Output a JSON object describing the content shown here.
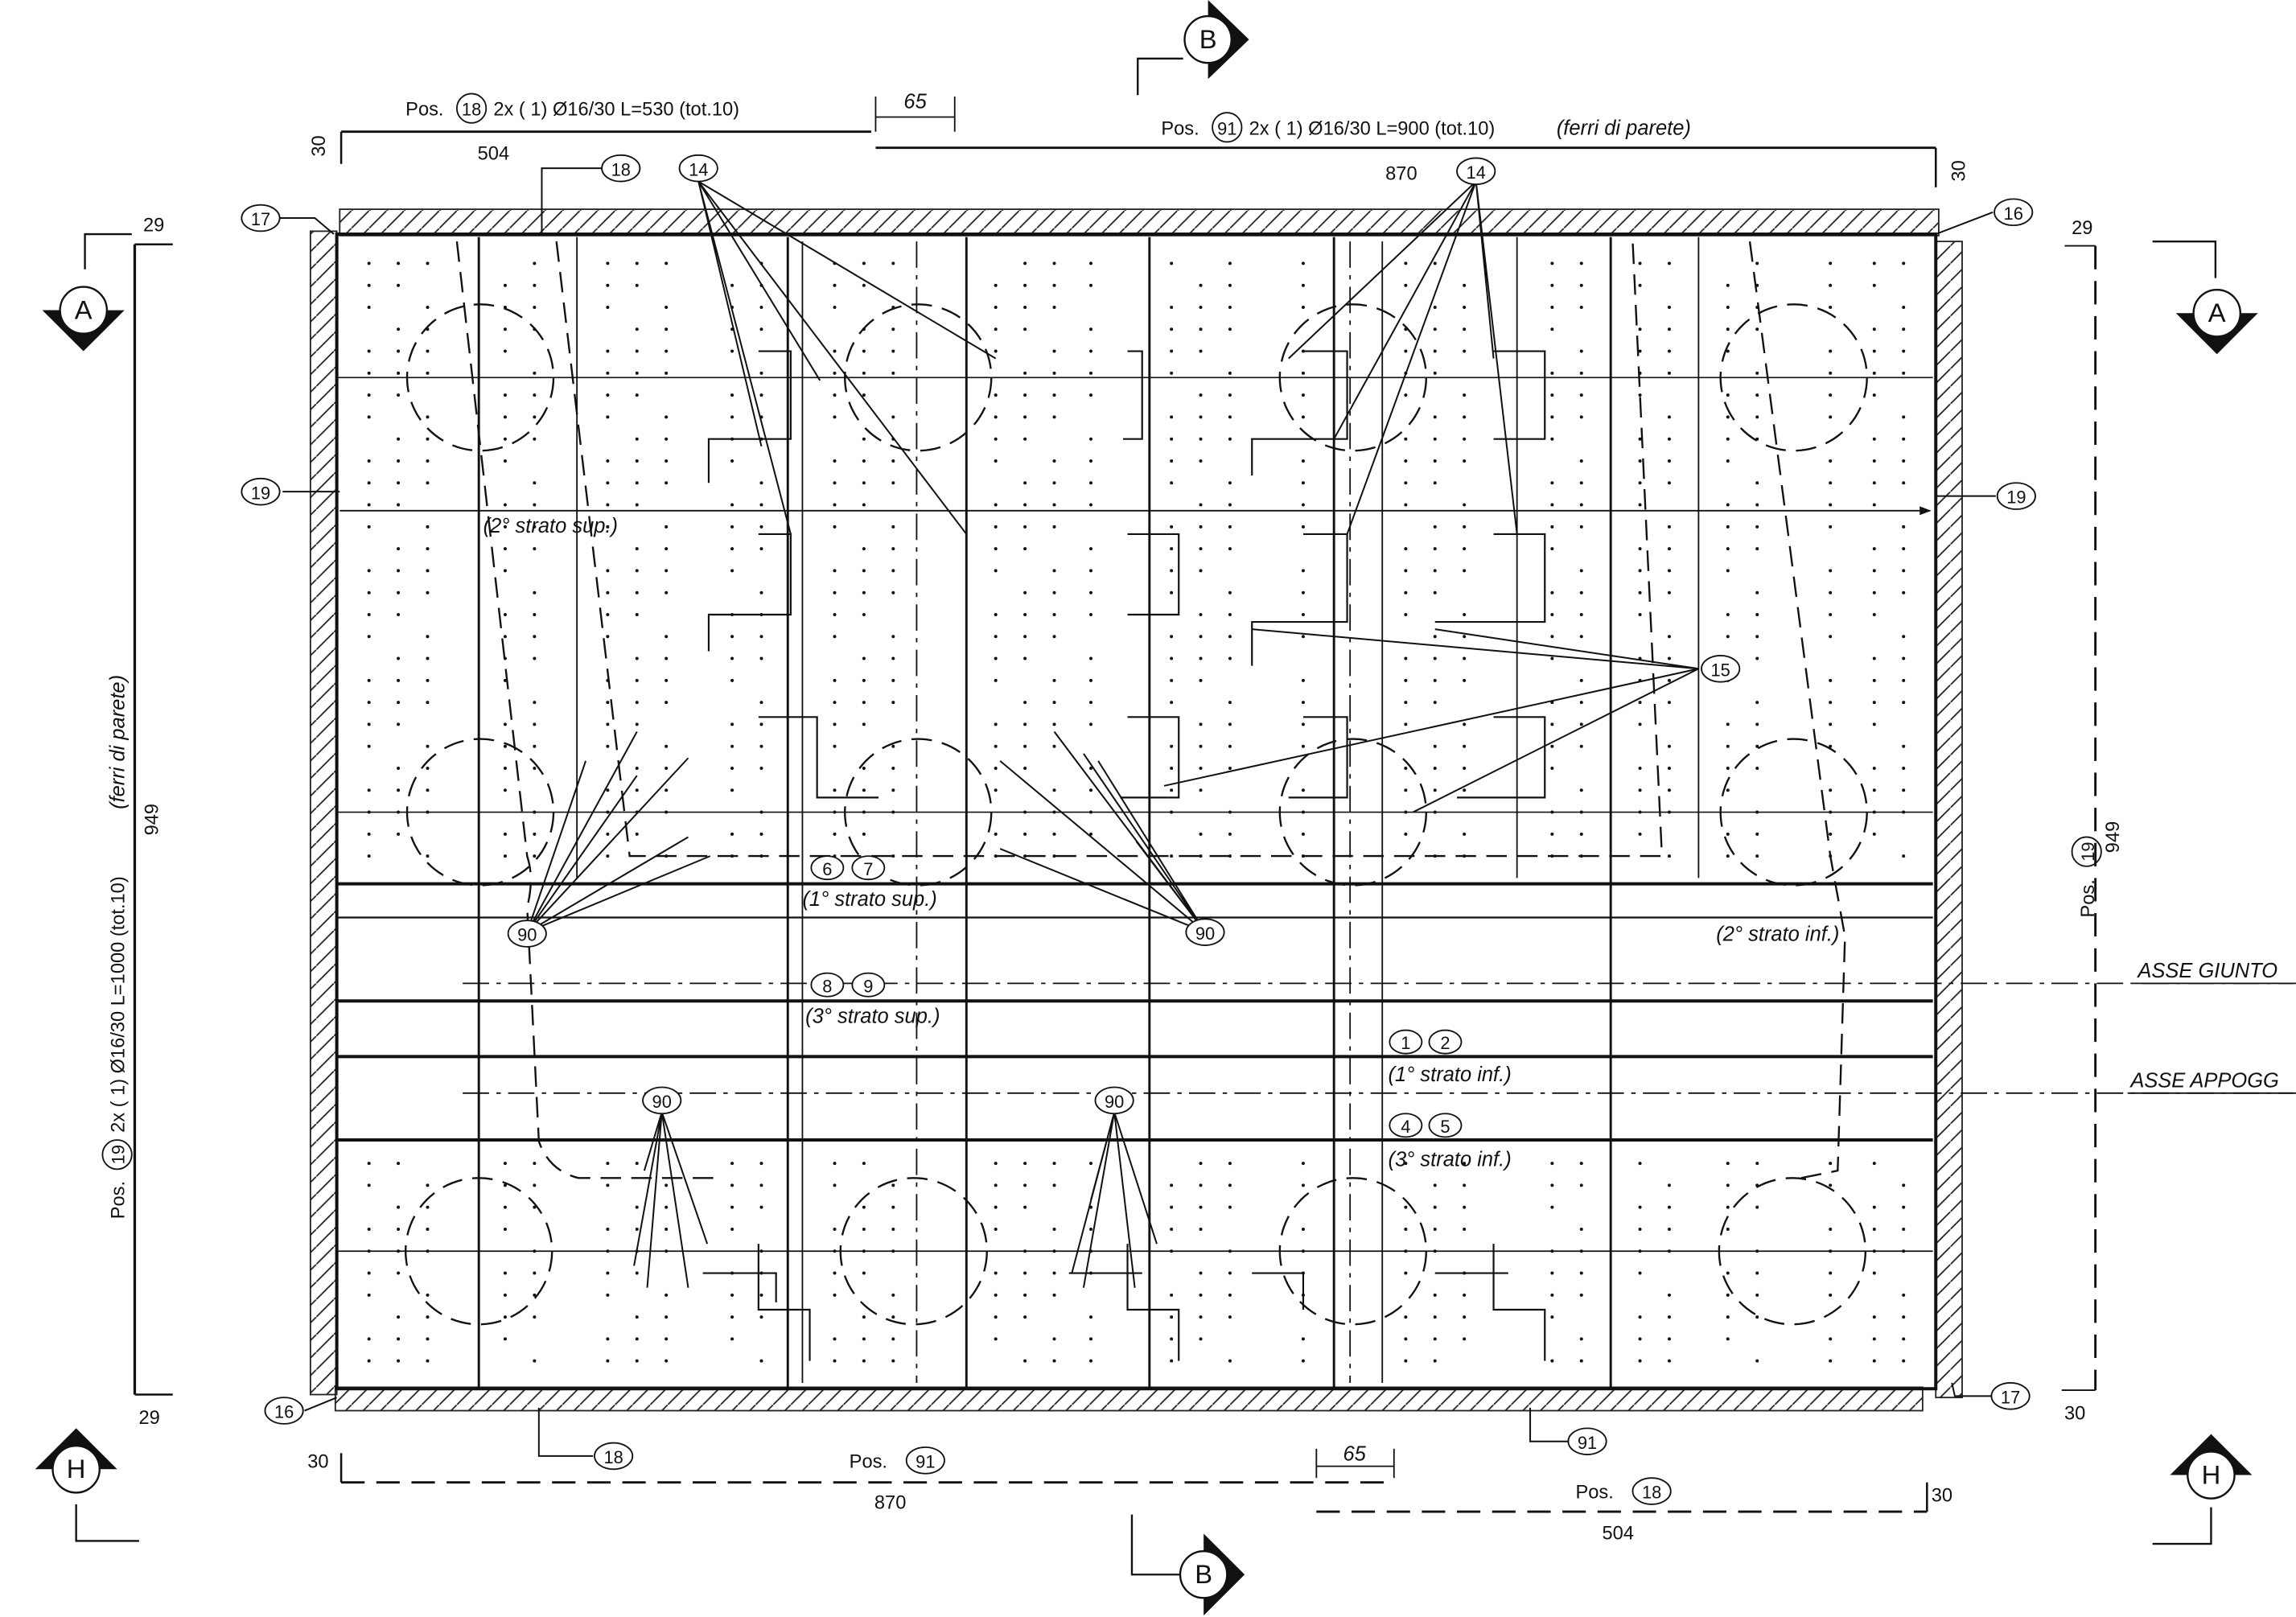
{
  "drawing": {
    "section_markers": {
      "a_left": "A",
      "a_right": "A",
      "b_top": "B",
      "b_bottom": "B",
      "h_left": "H",
      "h_right": "H"
    },
    "top_left_dim": {
      "pos_prefix": "Pos.",
      "pos_number": "18",
      "spec": "2x ( 1)  Ø16/30 L=530  (tot.10)",
      "length": "504",
      "end": "30",
      "offset": "65"
    },
    "top_right_dim": {
      "pos_prefix": "Pos.",
      "pos_number": "91",
      "spec": "2x ( 1)  Ø16/30 L=900  (tot.10)",
      "note": "(ferri di parete)",
      "length": "870",
      "end": "30"
    },
    "left_dim": {
      "pos_prefix": "Pos.",
      "pos_number": "19",
      "spec": "2x ( 1)  Ø16/30 L=1000  (tot.10)",
      "note": "(ferri di parete)",
      "length": "949",
      "top_end": "29",
      "bottom_end": "29"
    },
    "right_dim": {
      "pos_prefix": "Pos.",
      "pos_number": "19",
      "length": "949",
      "top_end": "29",
      "bottom_end": "30"
    },
    "bottom_left_dim": {
      "pos_prefix": "Pos.",
      "pos_number": "91",
      "length": "870",
      "end": "30",
      "offset": "65"
    },
    "bottom_right_dim": {
      "pos_prefix": "Pos.",
      "pos_number": "18",
      "length": "504",
      "end": "30"
    },
    "bubbles": {
      "b17_top": "17",
      "b18_top": "18",
      "b14_left": "14",
      "b14_right": "14",
      "b16_top": "16",
      "b19_left": "19",
      "b19_right": "19",
      "b15": "15",
      "b90_a": "90",
      "b90_b": "90",
      "b90_c": "90",
      "b90_d": "90",
      "b6": "6",
      "b7": "7",
      "b8": "8",
      "b9": "9",
      "b1": "1",
      "b2": "2",
      "b4": "4",
      "b5": "5",
      "b16_bottom": "16",
      "b18_bottom": "18",
      "b91_bottom": "91",
      "b17_bottom": "17"
    },
    "layer_labels": {
      "sup2": "(2° strato sup.)",
      "sup1": "(1° strato sup.)",
      "sup3": "(3° strato sup.)",
      "inf2": "(2° strato inf.)",
      "inf1": "(1° strato inf.)",
      "inf3": "(3° strato inf.)"
    },
    "axis_labels": {
      "giunto": "ASSE GIUNTO",
      "appoggio": "ASSE APPOGG"
    }
  }
}
